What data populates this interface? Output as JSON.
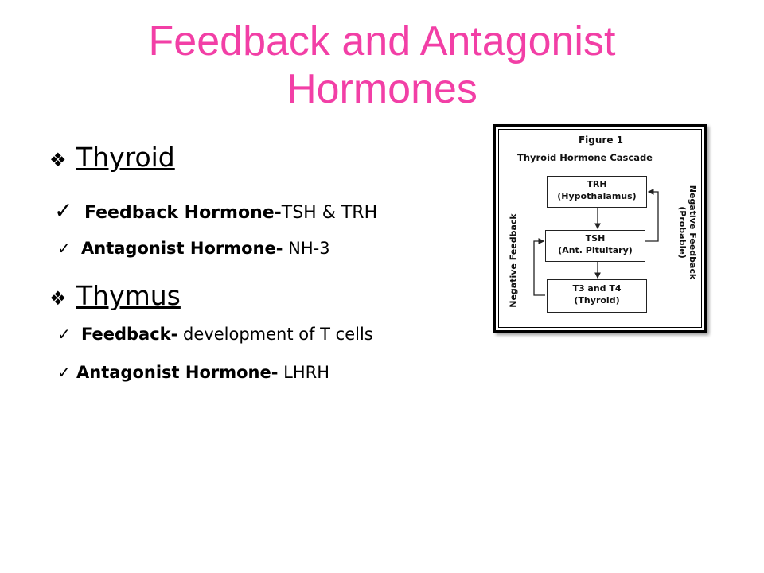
{
  "title": "Feedback and Antagonist Hormones",
  "title_lines": [
    "Feedback and Antagonist",
    "Hormones"
  ],
  "colors": {
    "title": "#f23fa6",
    "text": "#000000"
  },
  "sections": [
    {
      "icon": "diamond-bullet-icon",
      "heading": "Thyroid",
      "items": [
        {
          "icon": "checkmark-icon",
          "bold": "Feedback Hormone-",
          "text": "TSH & TRH"
        },
        {
          "icon": "checkmark-icon",
          "bold": "Antagonist Hormone-",
          "text": " NH-3"
        }
      ]
    },
    {
      "icon": "diamond-bullet-icon",
      "heading": "Thymus",
      "items": [
        {
          "icon": "checkmark-icon",
          "bold": "Feedback-",
          "text": " development of T cells"
        },
        {
          "icon": "checkmark-icon",
          "bold": "Antagonist Hormone-",
          "text": " LHRH"
        }
      ]
    }
  ],
  "figure": {
    "label": "Figure 1",
    "caption": "Thyroid Hormone Cascade",
    "boxes": [
      {
        "line1": "TRH",
        "line2": "(Hypothalamus)"
      },
      {
        "line1": "TSH",
        "line2": "(Ant. Pituitary)"
      },
      {
        "line1": "T3 and T4",
        "line2": "(Thyroid)"
      }
    ],
    "right_feedback_line1": "Negative Feedback",
    "right_feedback_line2": "(Probable)",
    "left_feedback": "Negative Feedback"
  }
}
